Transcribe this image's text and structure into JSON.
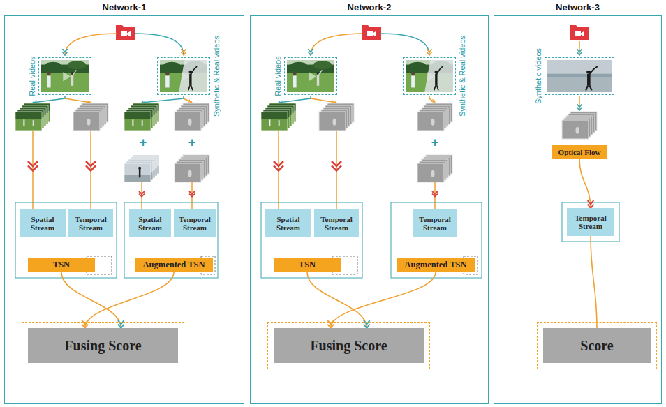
{
  "diagram": {
    "nodes": [
      {
        "text": [
          "Network-1"
        ]
      },
      {
        "text": [
          "Real videos"
        ],
        "in": 0
      },
      {
        "text": [
          "Synthetic & Real videos"
        ],
        "in": 0
      },
      {
        "text": [
          "Spatial Stream"
        ],
        "in": 0
      },
      {
        "text": [
          "Temporal Stream"
        ],
        "in": 0
      },
      {
        "text": [
          "TSN"
        ],
        "in": 0
      },
      {
        "text": [
          "Spatial Stream"
        ],
        "in": 0
      },
      {
        "text": [
          "Temporal Stream"
        ],
        "in": 0
      },
      {
        "text": [
          "Augmented TSN"
        ],
        "in": 0
      },
      {
        "text": [
          "Fusing Score"
        ],
        "in": 0
      },
      {
        "text": [
          "Network-2"
        ]
      },
      {
        "text": [
          "Real videos"
        ],
        "in": 10
      },
      {
        "text": [
          "Synthetic & Real videos"
        ],
        "in": 10
      },
      {
        "text": [
          "Spatial Stream"
        ],
        "in": 10
      },
      {
        "text": [
          "Temporal Stream"
        ],
        "in": 10
      },
      {
        "text": [
          "TSN"
        ],
        "in": 10
      },
      {
        "text": [
          "Temporal Stream"
        ],
        "in": 10
      },
      {
        "text": [
          "Augmented TSN"
        ],
        "in": 10
      },
      {
        "text": [
          "Fusing Score"
        ],
        "in": 10
      },
      {
        "text": [
          "Network-3"
        ]
      },
      {
        "text": [
          "Synthetic videos"
        ],
        "in": 19
      },
      {
        "text": [
          "Optical Flow"
        ],
        "in": 19
      },
      {
        "text": [
          "Temporal Stream"
        ],
        "in": 19
      },
      {
        "text": [
          "Score"
        ],
        "in": 19
      }
    ],
    "edges": [
      {
        "from": 5,
        "to": 9,
        "arrow": "to"
      },
      {
        "from": 8,
        "to": 9,
        "arrow": "to"
      },
      {
        "from": 15,
        "to": 18,
        "arrow": "to"
      },
      {
        "from": 17,
        "to": 18,
        "arrow": "to"
      },
      {
        "from": 21,
        "to": 22,
        "arrow": "to"
      },
      {
        "from": 22,
        "to": 23,
        "arrow": "none"
      }
    ],
    "labels": [
      "+",
      "+",
      "+"
    ]
  }
}
